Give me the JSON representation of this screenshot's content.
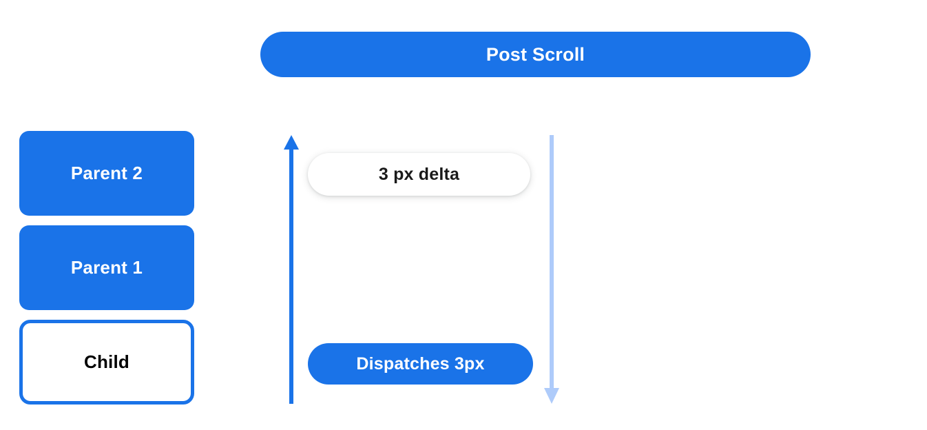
{
  "header": {
    "title": "Post Scroll",
    "background_color": "#1a73e8",
    "text_color": "#ffffff"
  },
  "colors": {
    "brand_blue": "#1a73e8",
    "light_blue": "#aecbfa",
    "white": "#ffffff",
    "black": "#000000",
    "page_background": "#ffffff"
  },
  "node_stack": {
    "items": [
      {
        "label": "Parent 2",
        "style": "filled",
        "fill": "#1a73e8",
        "text_color": "#ffffff"
      },
      {
        "label": "Parent 1",
        "style": "filled",
        "fill": "#1a73e8",
        "text_color": "#ffffff"
      },
      {
        "label": "Child",
        "style": "outlined",
        "fill": "#ffffff",
        "border_color": "#1a73e8",
        "text_color": "#000000"
      }
    ]
  },
  "flow": {
    "up_arrow": {
      "icon": "arrow-up-icon",
      "color": "#1a73e8",
      "direction": "up"
    },
    "down_arrow": {
      "icon": "arrow-down-icon",
      "color": "#aecbfa",
      "direction": "down"
    },
    "pills": [
      {
        "label": "3 px delta",
        "style": "white",
        "fill": "#ffffff",
        "text_color": "#1a1a1a"
      },
      {
        "label": "Dispatches 3px",
        "style": "blue",
        "fill": "#1a73e8",
        "text_color": "#ffffff"
      }
    ]
  }
}
